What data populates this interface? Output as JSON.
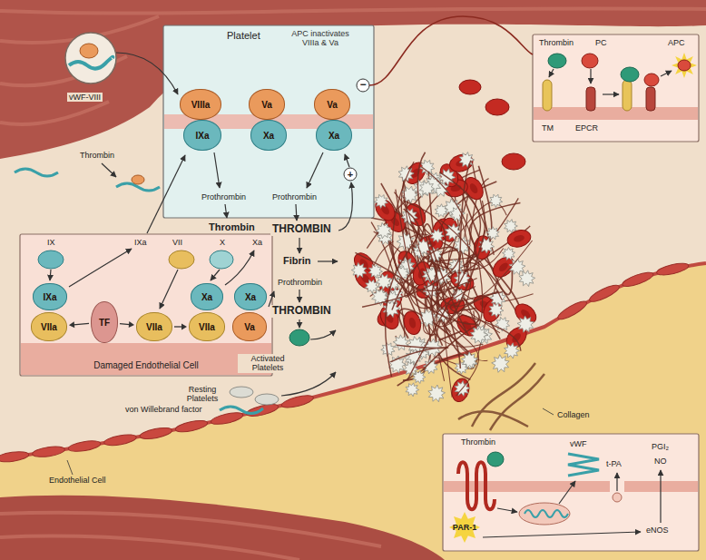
{
  "diagram": {
    "nodes": [
      {
        "text": [
          "Platelet",
          "APC inactivates VIIIa & Va",
          "−",
          "+",
          "Prothrombin",
          "Prothrombin"
        ]
      },
      {
        "text": [
          "VIIIa"
        ],
        "in": 0
      },
      {
        "text": [
          "IXa"
        ],
        "in": 0
      },
      {
        "text": [
          "Va"
        ],
        "in": 0
      },
      {
        "text": [
          "Xa"
        ],
        "in": 0
      },
      {
        "text": [
          "Va"
        ],
        "in": 0
      },
      {
        "text": [
          "Xa"
        ],
        "in": 0
      },
      {
        "text": [
          "Thrombin",
          "PC",
          "APC",
          "TM",
          "EPCR"
        ]
      },
      {
        "text": [
          "IX",
          "IXa",
          "VII",
          "X",
          "Xa",
          "Damaged Endothelial Cell"
        ]
      },
      {
        "text": [
          "IXa"
        ],
        "in": 8
      },
      {
        "text": [
          "VIIa"
        ],
        "in": 8
      },
      {
        "text": [
          "TF"
        ],
        "in": 8
      },
      {
        "text": [
          "VIIa"
        ],
        "in": 8
      },
      {
        "text": [
          "Xa"
        ],
        "in": 8
      },
      {
        "text": [
          "VIIa"
        ],
        "in": 8
      },
      {
        "text": [
          "Xa"
        ],
        "in": 8
      },
      {
        "text": [
          "Va"
        ],
        "in": 8
      },
      {
        "text": [
          "Thrombin",
          "vWF",
          "t-PA",
          "PGI₂",
          "NO",
          "PAR-1",
          "eNOS"
        ]
      }
    ],
    "edges": [
      {
        "from": 11,
        "to": 10,
        "arrow": "to"
      },
      {
        "from": 11,
        "to": 12,
        "arrow": "to"
      },
      {
        "from": 12,
        "to": 14,
        "arrow": "to"
      }
    ],
    "labels": [
      "vWF-VIII",
      "Thrombin",
      "Thrombin",
      "THROMBIN",
      "Fibrin",
      "Prothrombin",
      "THROMBIN",
      "Activated Platelets",
      "Resting Platelets",
      "von Willebrand factor",
      "Endothelial Cell",
      "Collagen"
    ]
  }
}
